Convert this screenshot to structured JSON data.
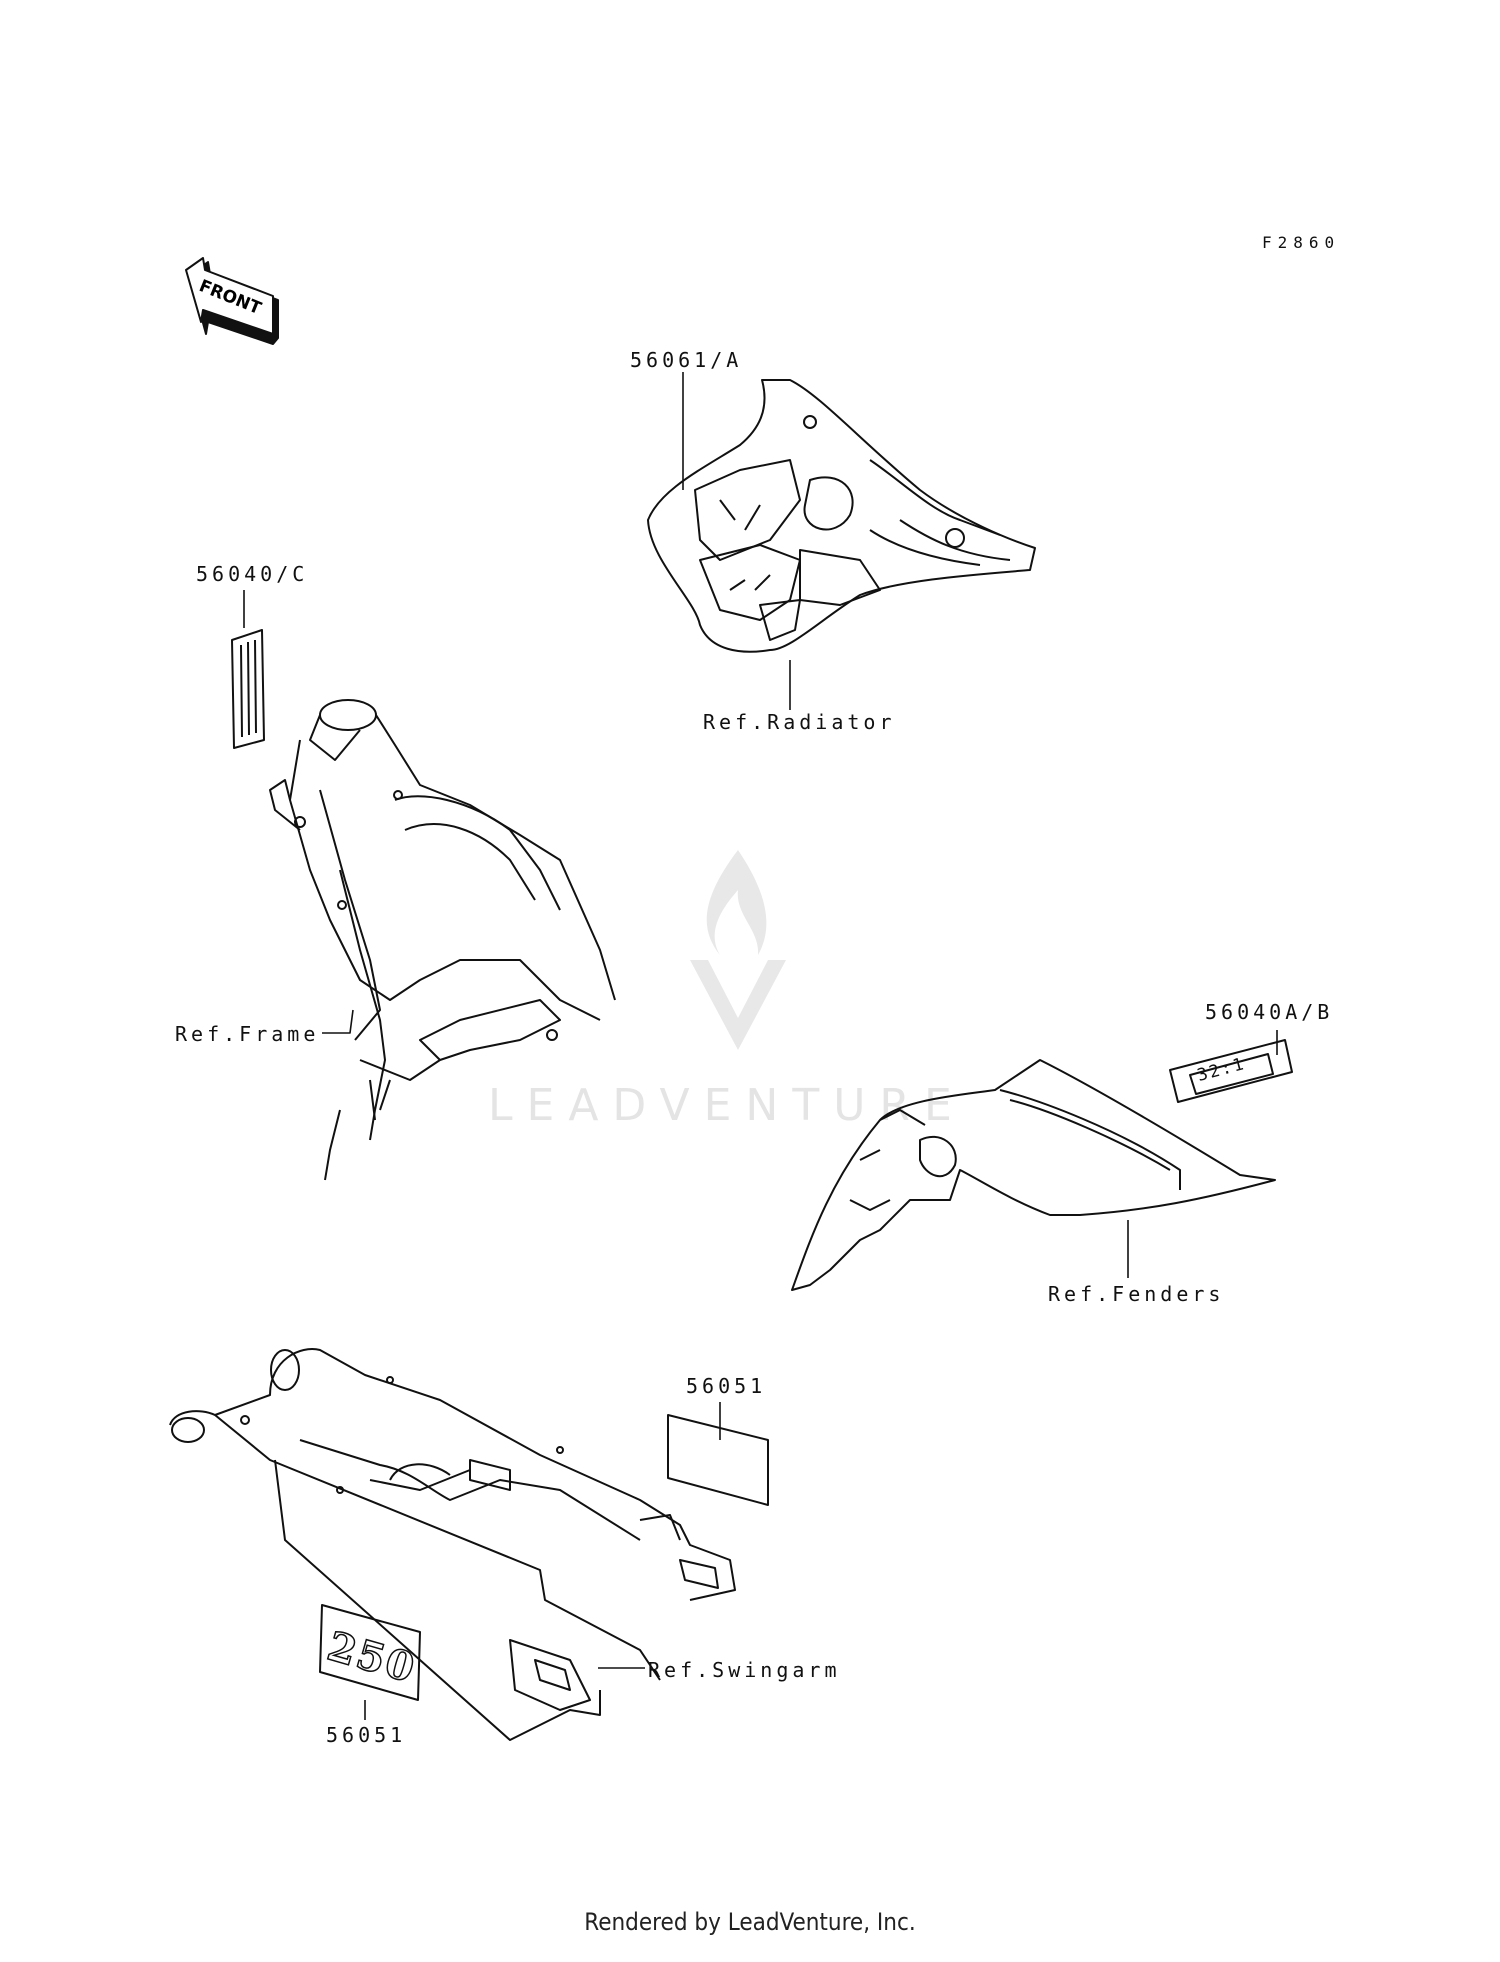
{
  "diagram": {
    "code": "F2860",
    "front_label": "FRONT",
    "watermark_text": "LEADVENTURE",
    "colors": {
      "line": "#111111",
      "watermark": "#e6e6e6",
      "background": "#ffffff"
    },
    "labels": {
      "part_56061A": "56061/A",
      "ref_radiator": "Ref.Radiator",
      "part_56040C": "56040/C",
      "ref_frame": "Ref.Frame",
      "part_56040AB": "56040A/B",
      "decal_ratio": "32:1",
      "ref_fenders": "Ref.Fenders",
      "part_56051_top": "56051",
      "part_56051_bottom": "56051",
      "decal_250": "250",
      "ref_swingarm": "Ref.Swingarm"
    }
  },
  "footer": {
    "text": "Rendered by LeadVenture, Inc."
  }
}
